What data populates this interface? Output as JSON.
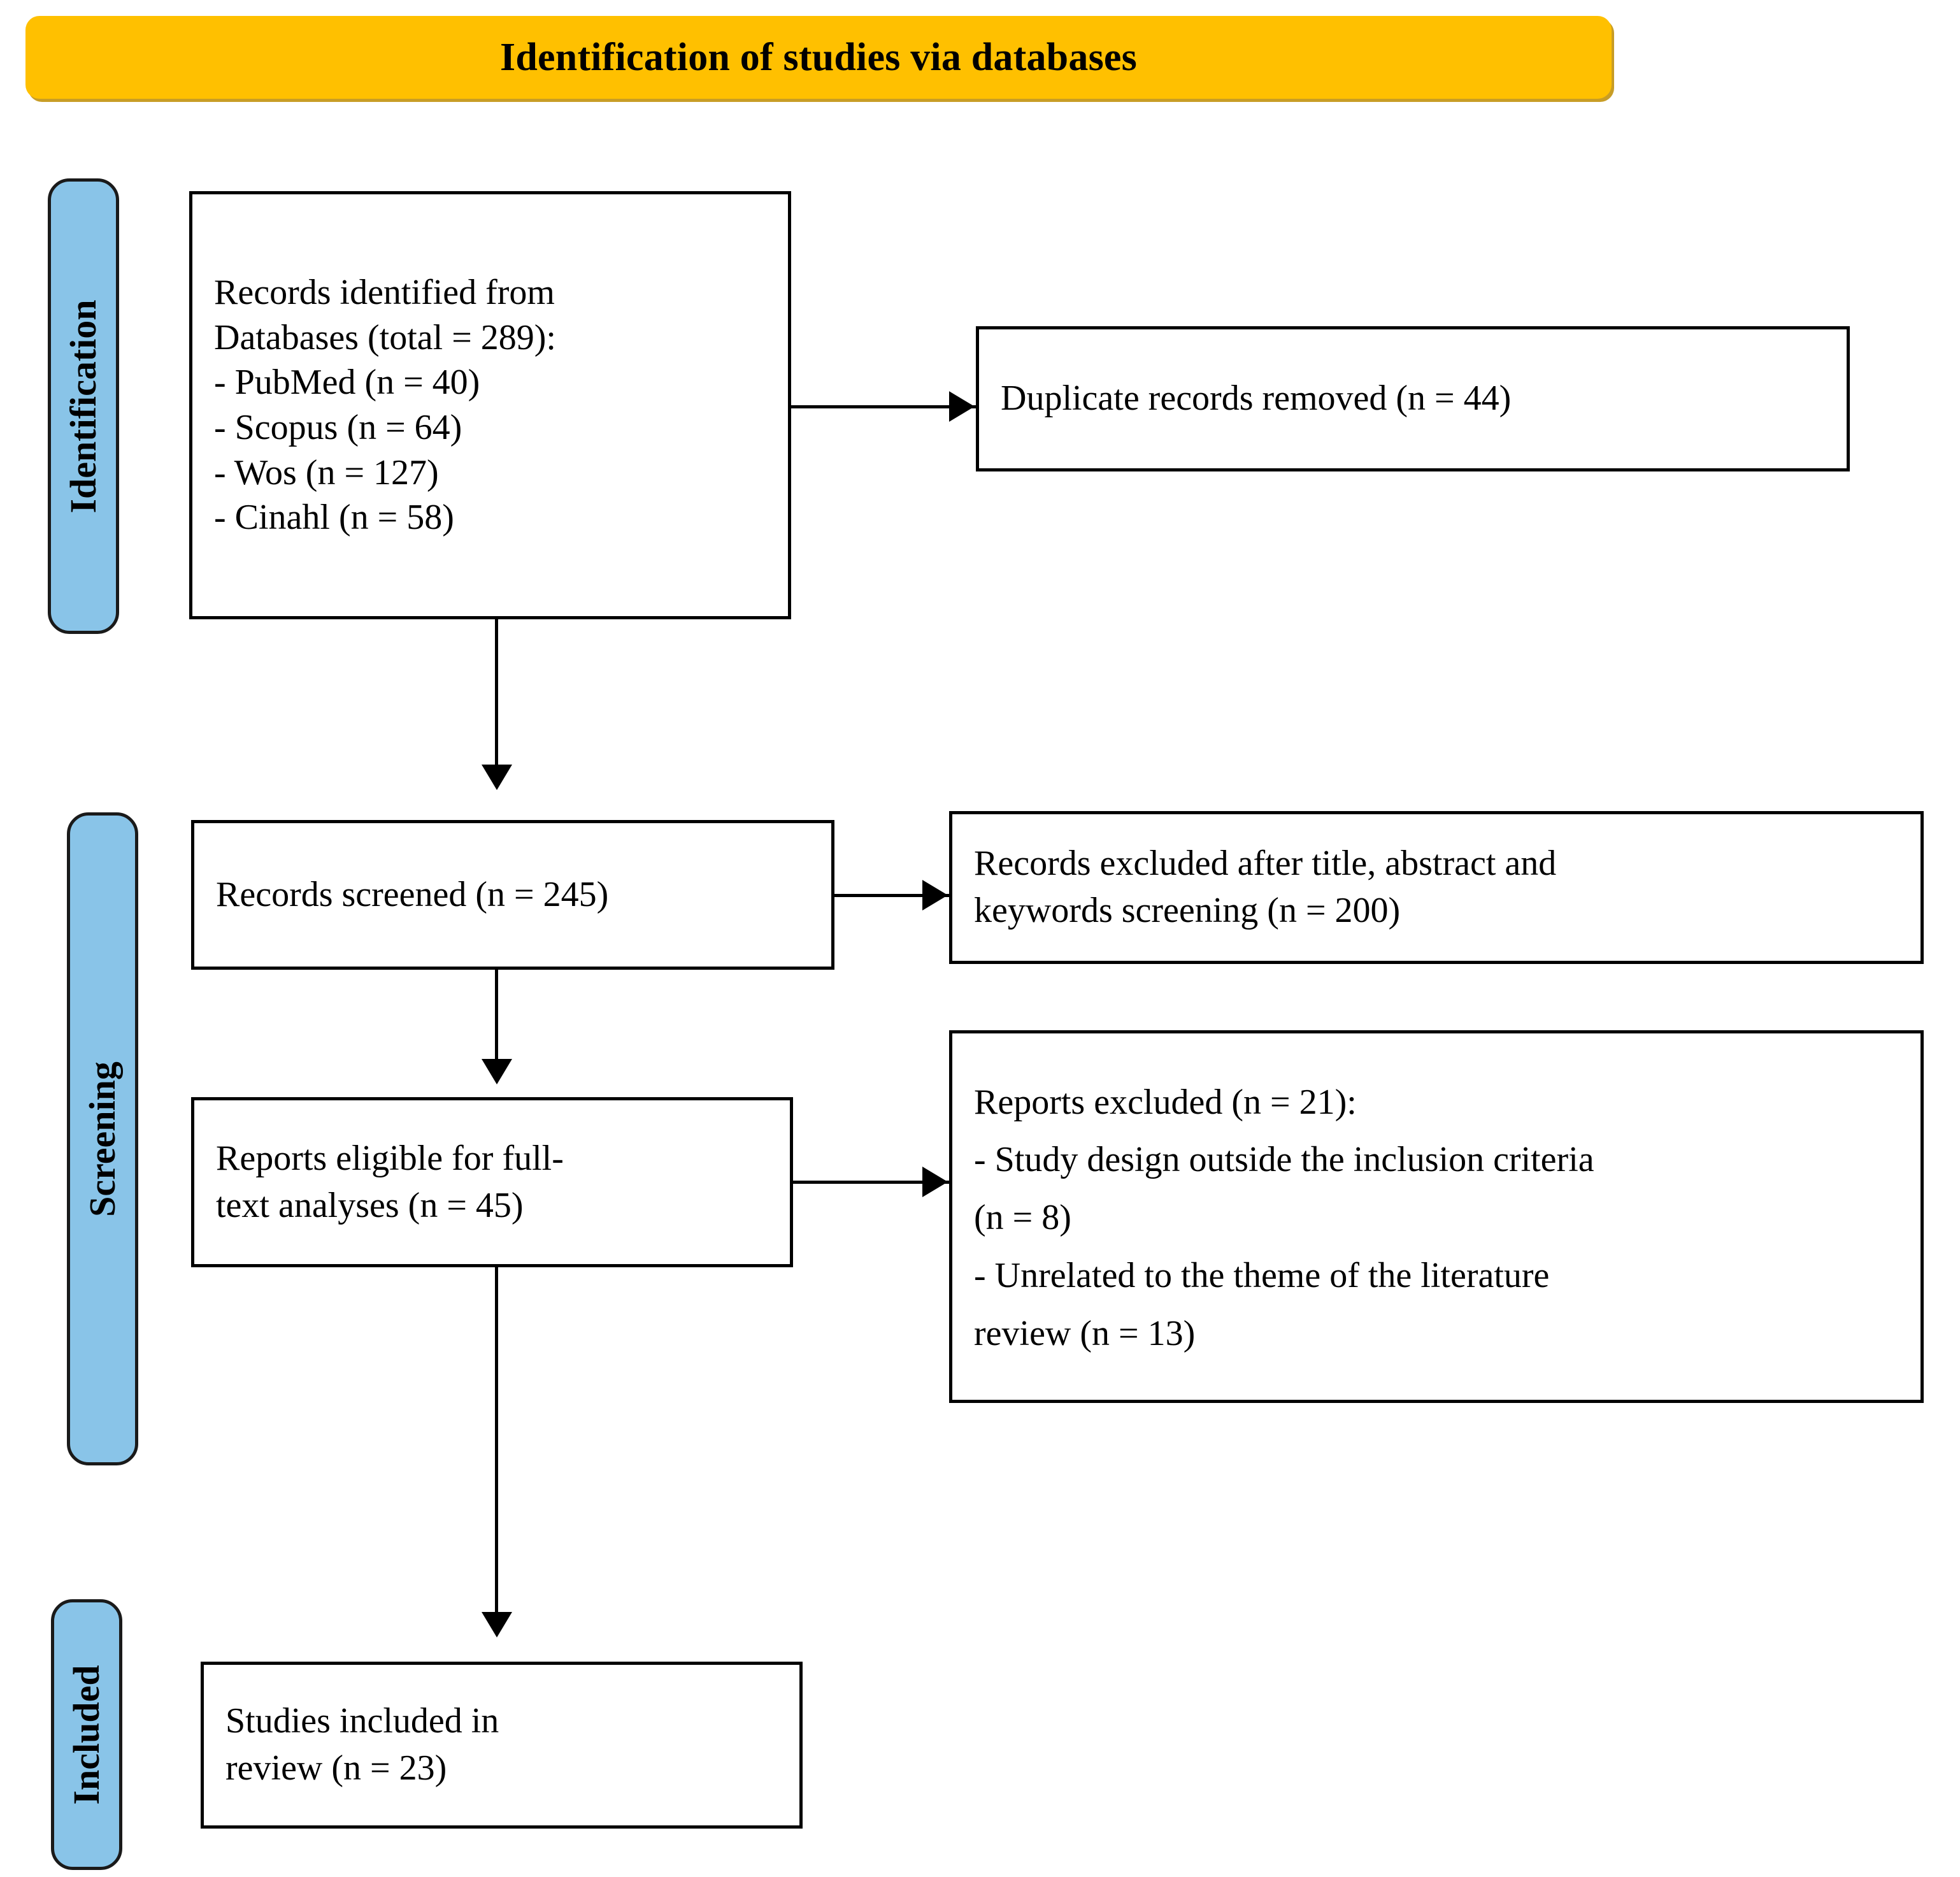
{
  "header": {
    "title": "Identification of studies via databases",
    "accent_color": "#FFC000"
  },
  "stages": {
    "stage_color": "#89C4E8",
    "items": [
      {
        "label": "Identification"
      },
      {
        "label": "Screening"
      },
      {
        "label": "Included"
      }
    ]
  },
  "boxes": {
    "identified": {
      "lines": [
        "Records identified from",
        "Databases (total = 289):",
        "- PubMed (n = 40)",
        "- Scopus (n = 64)",
        "- Wos (n = 127)",
        "- Cinahl (n = 58)"
      ]
    },
    "duplicates_removed": {
      "lines": [
        "Duplicate records removed (n = 44)"
      ]
    },
    "records_screened": {
      "lines": [
        "Records screened (n = 245)"
      ]
    },
    "records_excluded": {
      "lines": [
        "Records excluded after title, abstract and",
        "keywords screening (n = 200)"
      ]
    },
    "reports_eligible": {
      "lines": [
        "Reports eligible for full-",
        "text analyses (n = 45)"
      ]
    },
    "reports_excluded": {
      "lines": [
        "Reports excluded (n = 21):",
        "- Study design outside the inclusion criteria",
        "(n = 8)",
        "- Unrelated to the theme of the literature",
        "review (n = 13)"
      ]
    },
    "studies_included": {
      "lines": [
        "Studies included in",
        "review (n = 23)"
      ]
    }
  },
  "chart_data": {
    "type": "diagram",
    "title": "Identification of studies via databases",
    "diagram_kind": "PRISMA flow diagram",
    "nodes": [
      {
        "id": "identified",
        "stage": "Identification",
        "label": "Records identified from Databases (total = 289): - PubMed (n = 40) - Scopus (n = 64) - Wos (n = 127) - Cinahl (n = 58)",
        "value": 289
      },
      {
        "id": "duplicates_removed",
        "stage": "Identification",
        "label": "Duplicate records removed (n = 44)",
        "value": 44
      },
      {
        "id": "records_screened",
        "stage": "Screening",
        "label": "Records screened (n = 245)",
        "value": 245
      },
      {
        "id": "records_excluded",
        "stage": "Screening",
        "label": "Records excluded after title, abstract and keywords screening (n = 200)",
        "value": 200
      },
      {
        "id": "reports_eligible",
        "stage": "Screening",
        "label": "Reports eligible for full-text analyses (n = 45)",
        "value": 45
      },
      {
        "id": "reports_excluded",
        "stage": "Screening",
        "label": "Reports excluded (n = 21)",
        "value": 21
      },
      {
        "id": "studies_included",
        "stage": "Included",
        "label": "Studies included in review (n = 23)",
        "value": 23
      }
    ],
    "sources": [
      {
        "name": "PubMed",
        "n": 40
      },
      {
        "name": "Scopus",
        "n": 64
      },
      {
        "name": "Wos",
        "n": 127
      },
      {
        "name": "Cinahl",
        "n": 58
      }
    ],
    "exclusion_reasons": [
      {
        "reason": "Study design outside the inclusion criteria",
        "n": 8
      },
      {
        "reason": "Unrelated to the theme of the literature review",
        "n": 13
      }
    ],
    "edges": [
      {
        "from": "identified",
        "to": "duplicates_removed",
        "direction": "right"
      },
      {
        "from": "identified",
        "to": "records_screened",
        "direction": "down"
      },
      {
        "from": "records_screened",
        "to": "records_excluded",
        "direction": "right"
      },
      {
        "from": "records_screened",
        "to": "reports_eligible",
        "direction": "down"
      },
      {
        "from": "reports_eligible",
        "to": "reports_excluded",
        "direction": "right"
      },
      {
        "from": "reports_eligible",
        "to": "studies_included",
        "direction": "down"
      }
    ]
  }
}
